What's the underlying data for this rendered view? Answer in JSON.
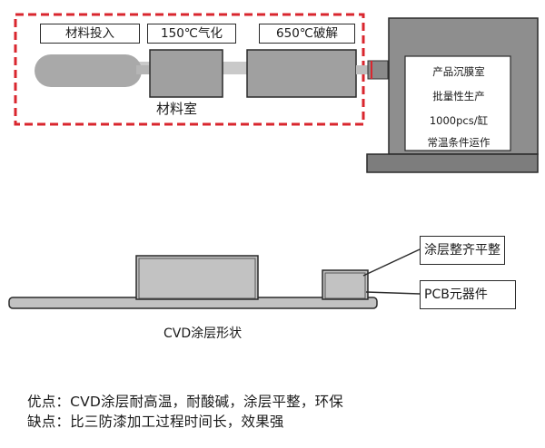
{
  "process": {
    "stage_labels": [
      "材料投入",
      "150℃气化",
      "650℃破解"
    ],
    "material_room": "材料室",
    "product_chamber": [
      "产品沉膜室",
      "批量性生产",
      "1000pcs/缸",
      "常温条件运作"
    ]
  },
  "coating": {
    "callouts": [
      "涂层整齐平整",
      "PCB元器件"
    ],
    "caption": "CVD涂层形状"
  },
  "summary": {
    "pros": "优点：CVD涂层耐高温，耐酸碱，涂层平整，环保",
    "cons": "缺点：比三防漆加工过程时间长，效果强"
  }
}
